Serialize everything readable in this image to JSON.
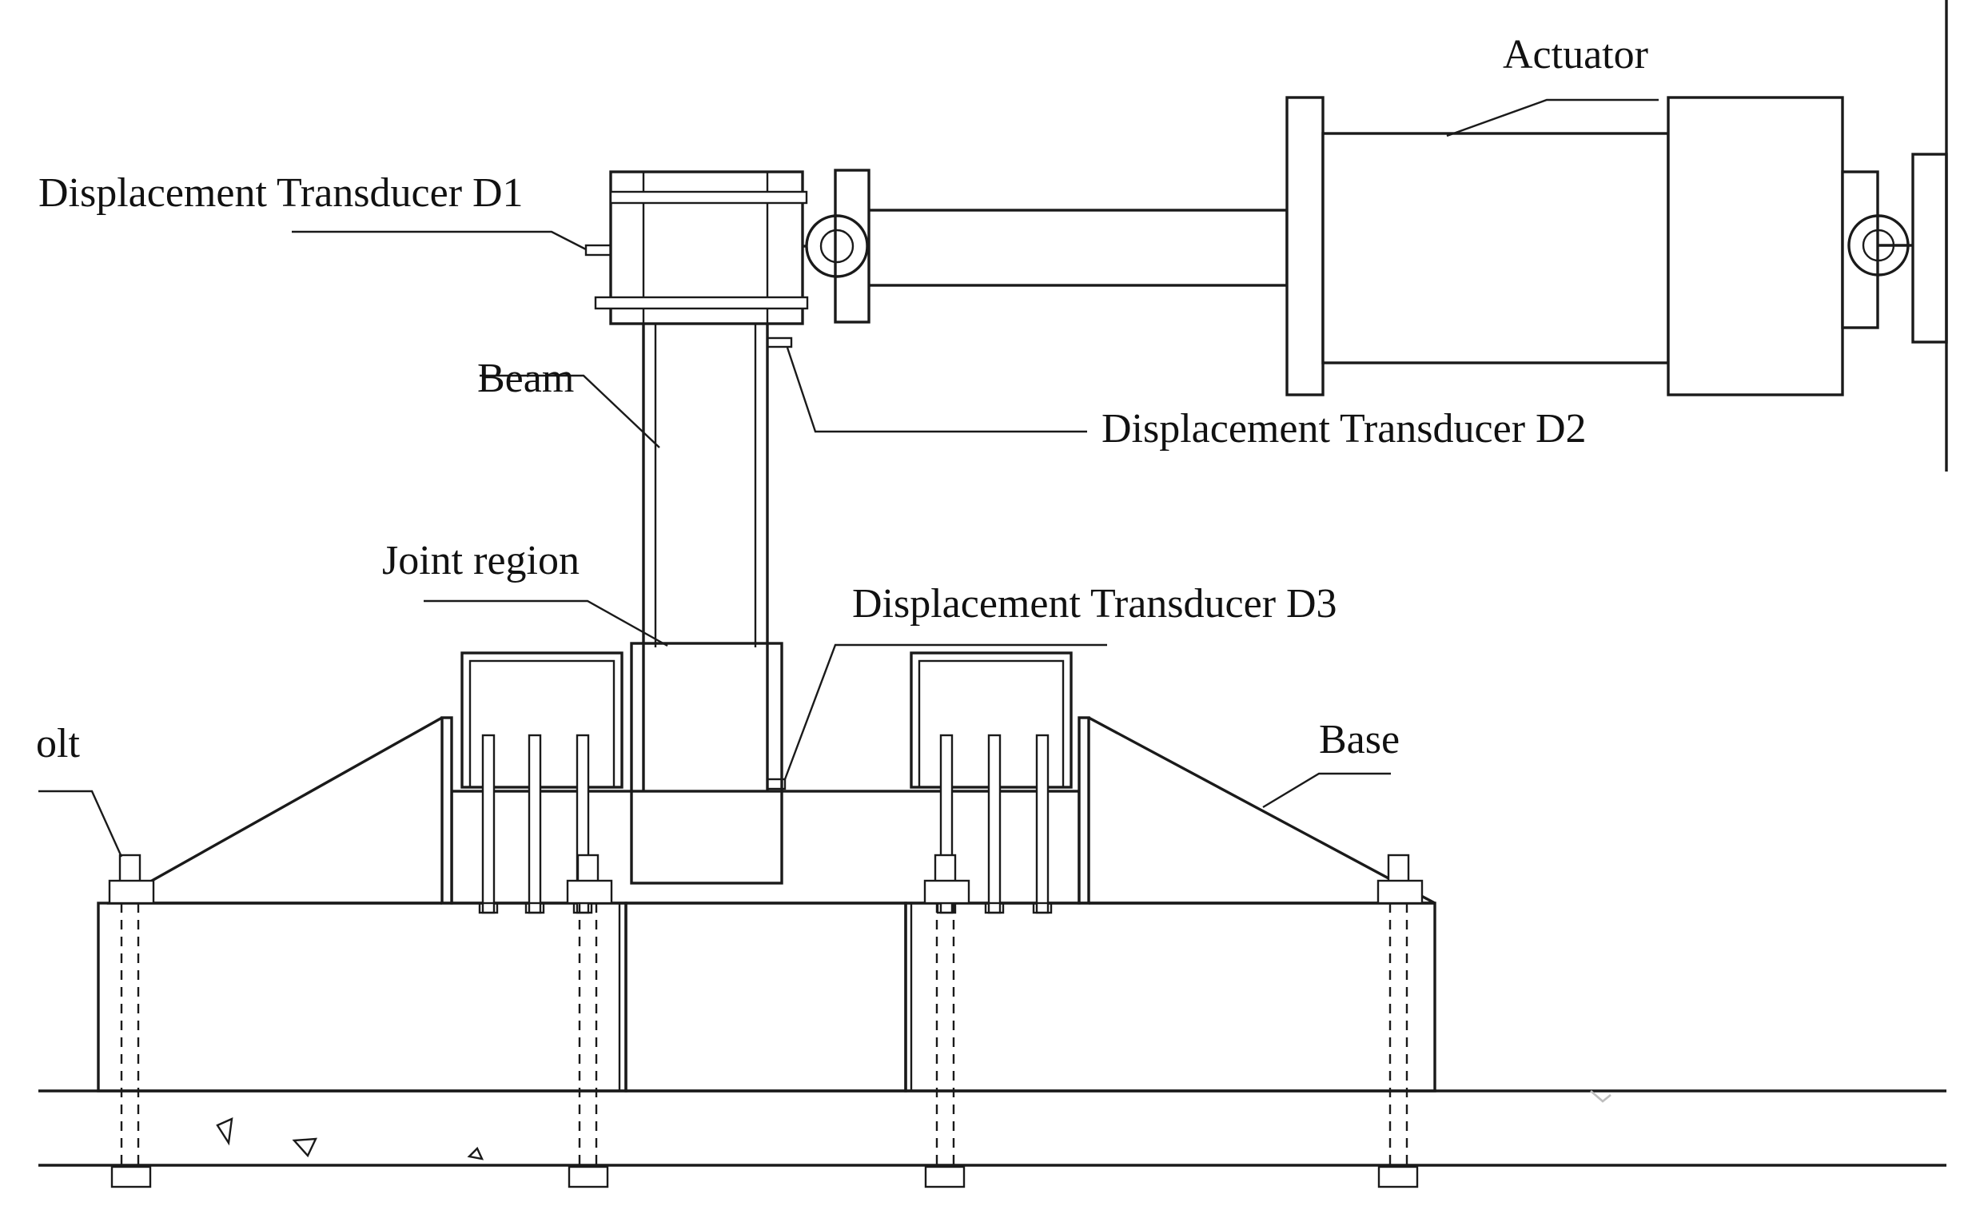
{
  "labels": {
    "actuator": "Actuator",
    "transducer_d1": "Displacement Transducer D1",
    "transducer_d2": "Displacement Transducer D2",
    "transducer_d3": "Displacement Transducer D3",
    "beam": "Beam",
    "joint_region": "Joint region",
    "bolt": "olt",
    "base": "Base"
  },
  "colors": {
    "line": "#1a1a1a",
    "background": "#ffffff"
  }
}
